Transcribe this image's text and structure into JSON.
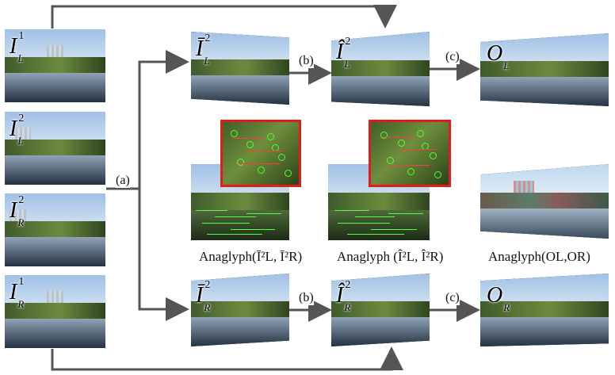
{
  "inputs": {
    "il1": {
      "sym": "I",
      "sup": "1",
      "sub": "L"
    },
    "il2": {
      "sym": "I",
      "sup": "2",
      "sub": "L"
    },
    "ir2": {
      "sym": "I",
      "sup": "2",
      "sub": "R"
    },
    "ir1": {
      "sym": "I",
      "sup": "1",
      "sub": "R"
    }
  },
  "rectified": {
    "l": {
      "sym": "Ī",
      "sup": "2",
      "sub": "L"
    },
    "r": {
      "sym": "Ī",
      "sup": "2",
      "sub": "R"
    }
  },
  "refined": {
    "l": {
      "sym": "Î",
      "sup": "2",
      "sub": "L"
    },
    "r": {
      "sym": "Î",
      "sup": "2",
      "sub": "R"
    }
  },
  "outputs": {
    "l": {
      "sym": "O",
      "sub": "L"
    },
    "r": {
      "sym": "O",
      "sub": "R"
    }
  },
  "steps": {
    "a": "(a)",
    "b": "(b)",
    "c": "(c)"
  },
  "captions": {
    "anaglyph_rectified": "Anaglyph(Ī²L, Ī²R)",
    "anaglyph_refined": "Anaglyph (Î²L, Î²R)",
    "anaglyph_output": "Anaglyph(OL,OR)"
  },
  "colors": {
    "arrow": "#555555",
    "highlight": "#e01d1d",
    "matches": "#4dff3a"
  }
}
